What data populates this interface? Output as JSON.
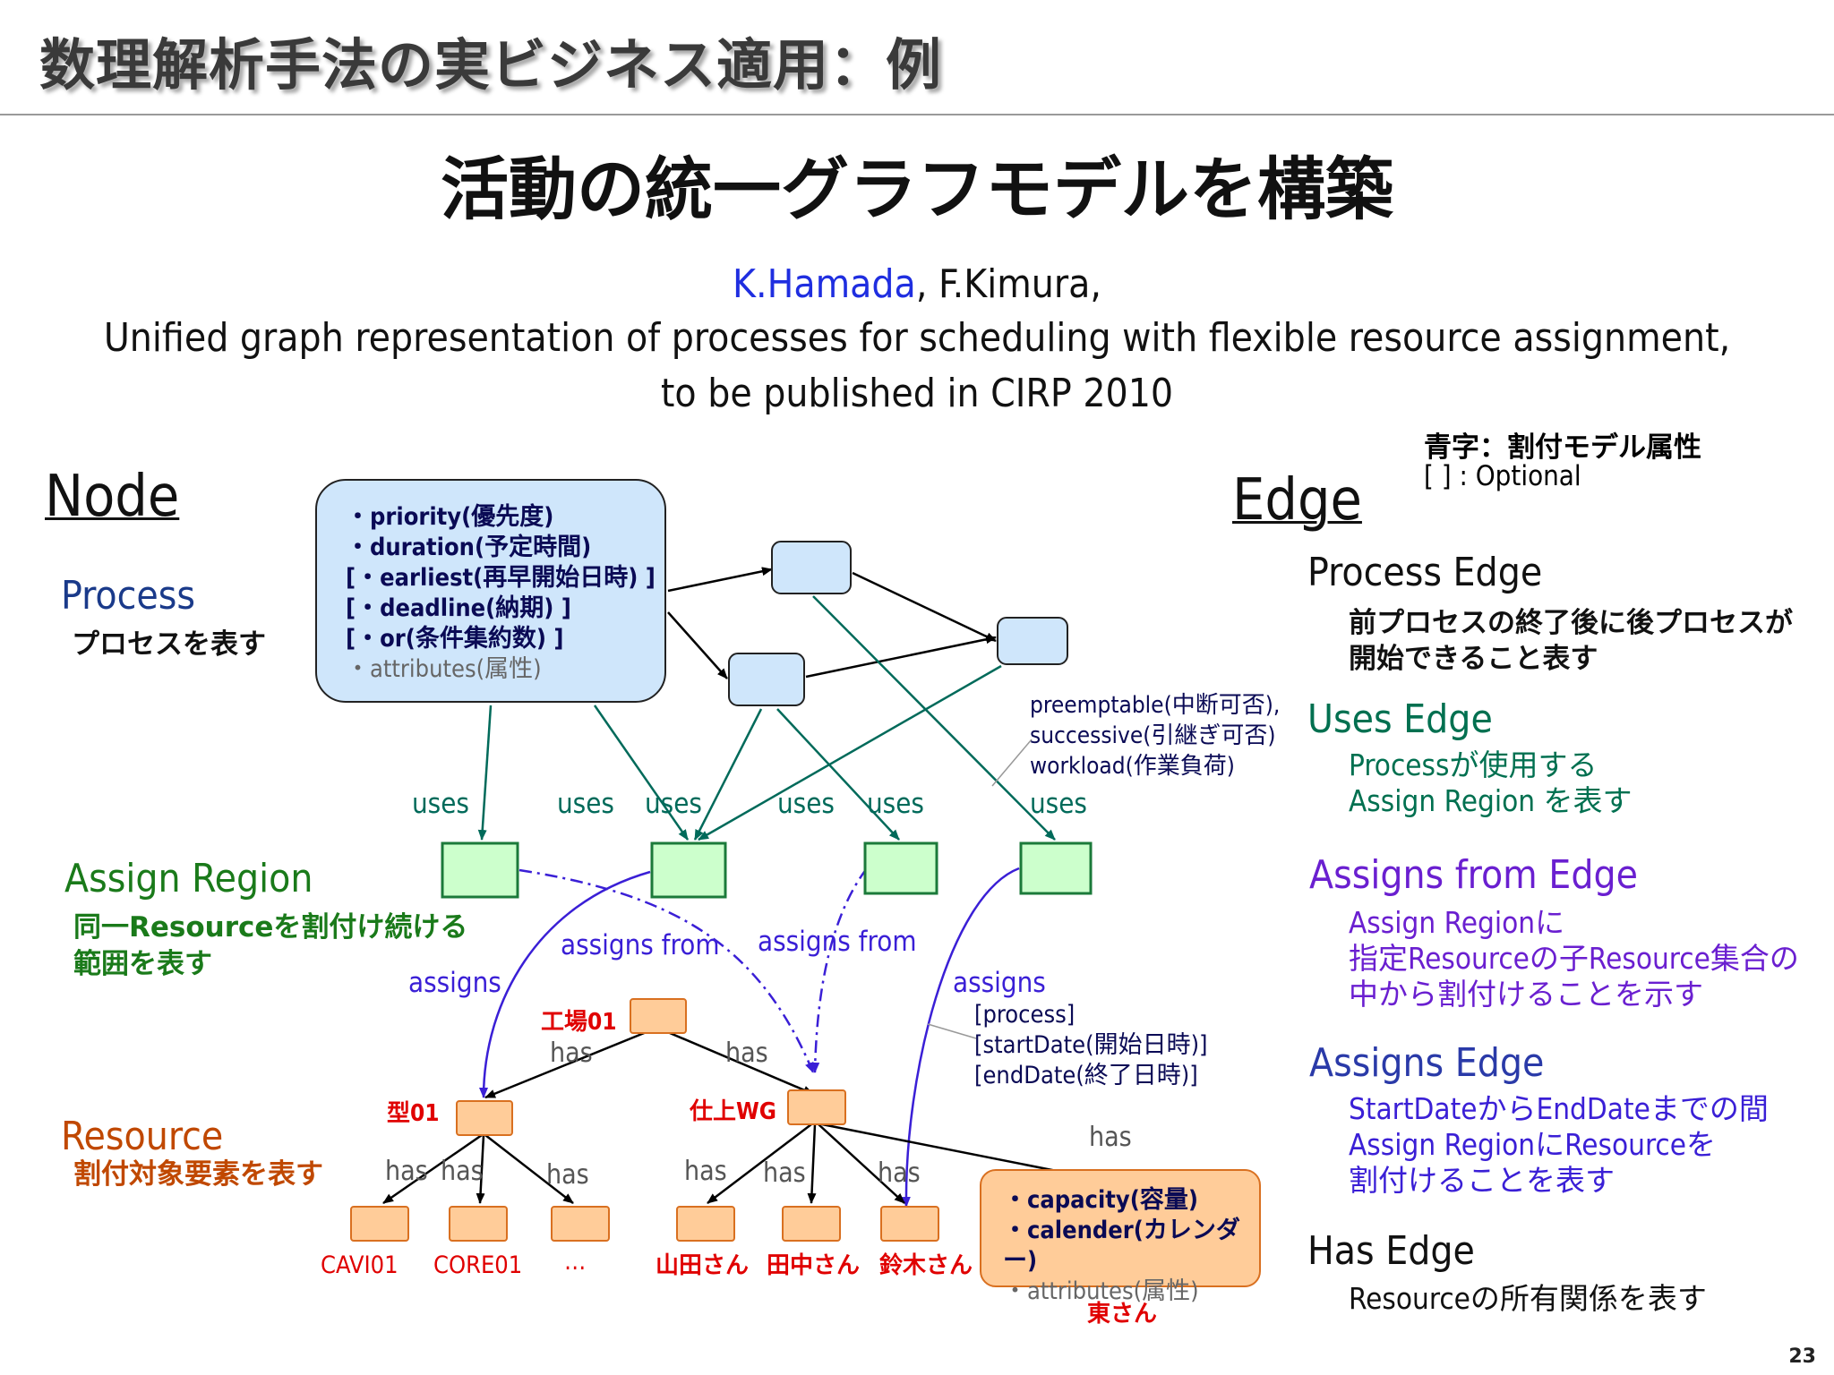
{
  "slide_title": "数理解析手法の実ビジネス適用：例",
  "main_heading": "活動の統一グラフモデルを構築",
  "citation": {
    "author_highlighted": "K.Hamada",
    "author_rest": ", F.Kimura,",
    "line2": "Unified graph representation of processes for scheduling with flexible resource assignment,",
    "line3": "to be published in CIRP 2010"
  },
  "legend": {
    "line1": "青字：割付モデル属性",
    "line2": "[ ] : Optional"
  },
  "node_section": {
    "heading": "Node",
    "process_title": "Process",
    "process_desc": "プロセスを表す",
    "assign_title": "Assign Region",
    "assign_desc1": "同一Resourceを割付け続ける",
    "assign_desc2": "範囲を表す",
    "resource_title": "Resource",
    "resource_desc": "割付対象要素を表す"
  },
  "edge_section": {
    "heading": "Edge",
    "process_edge": {
      "title": "Process Edge",
      "desc1": "前プロセスの終了後に後プロセスが",
      "desc2": "開始できること表す"
    },
    "uses_edge": {
      "title": "Uses Edge",
      "desc1": "Processが使用する",
      "desc2": "Assign Region を表す"
    },
    "assigns_from_edge": {
      "title": "Assigns from Edge",
      "desc1": "Assign Regionに",
      "desc2": "指定Resourceの子Resource集合の",
      "desc3": "中から割付けることを示す"
    },
    "assigns_edge": {
      "title": "Assigns Edge",
      "desc1": "StartDateからEndDateまでの間",
      "desc2": "Assign RegionにResourceを",
      "desc3": "割付けることを表す"
    },
    "has_edge": {
      "title": "Has Edge",
      "desc": "Resourceの所有関係を表す"
    }
  },
  "process_attrs": [
    "・priority(優先度)",
    "・duration(予定時間)",
    "[・earliest(再早開始日時) ]",
    "[・deadline(納期) ]",
    "[・or(条件集約数) ]",
    "・attributes(属性)"
  ],
  "resource_attrs": [
    "・capacity(容量)",
    "・calender(カレンダー)",
    "・attributes(属性)"
  ],
  "uses_attrs": [
    "preemptable(中断可否),",
    "successive(引継ぎ可否)",
    "workload(作業負荷)"
  ],
  "assigns_attrs": [
    "[process]",
    "[startDate(開始日時)]",
    "[endDate(終了日時)]"
  ],
  "diagram": {
    "uses_label": "uses",
    "assigns_label": "assigns",
    "assigns_from_label": "assigns from",
    "has_label": "has",
    "factory": "工場01",
    "mold": "型01",
    "finish_wg": "仕上WG",
    "cavi": "CAVI01",
    "core": "CORE01",
    "ellipsis": "…",
    "yamada": "山田さん",
    "tanaka": "田中さん",
    "suzuki": "鈴木さん",
    "higashi": "東さん"
  },
  "page_number": "23",
  "colors": {
    "process_fill": "#cfe6fb",
    "region_fill": "#ccffcc",
    "region_stroke": "#1b7a3a",
    "resource_fill": "#ffcc99",
    "resource_stroke": "#d97020",
    "uses_color": "#006a5a",
    "assign_color": "#3a1fd6",
    "red_label": "#e00000",
    "assign_region_title": "#1a7a1a",
    "resource_title": "#c04800",
    "node_title_blue": "#1a3a8a",
    "assigns_from_title": "#6a1fd0",
    "uses_title": "#007050"
  }
}
